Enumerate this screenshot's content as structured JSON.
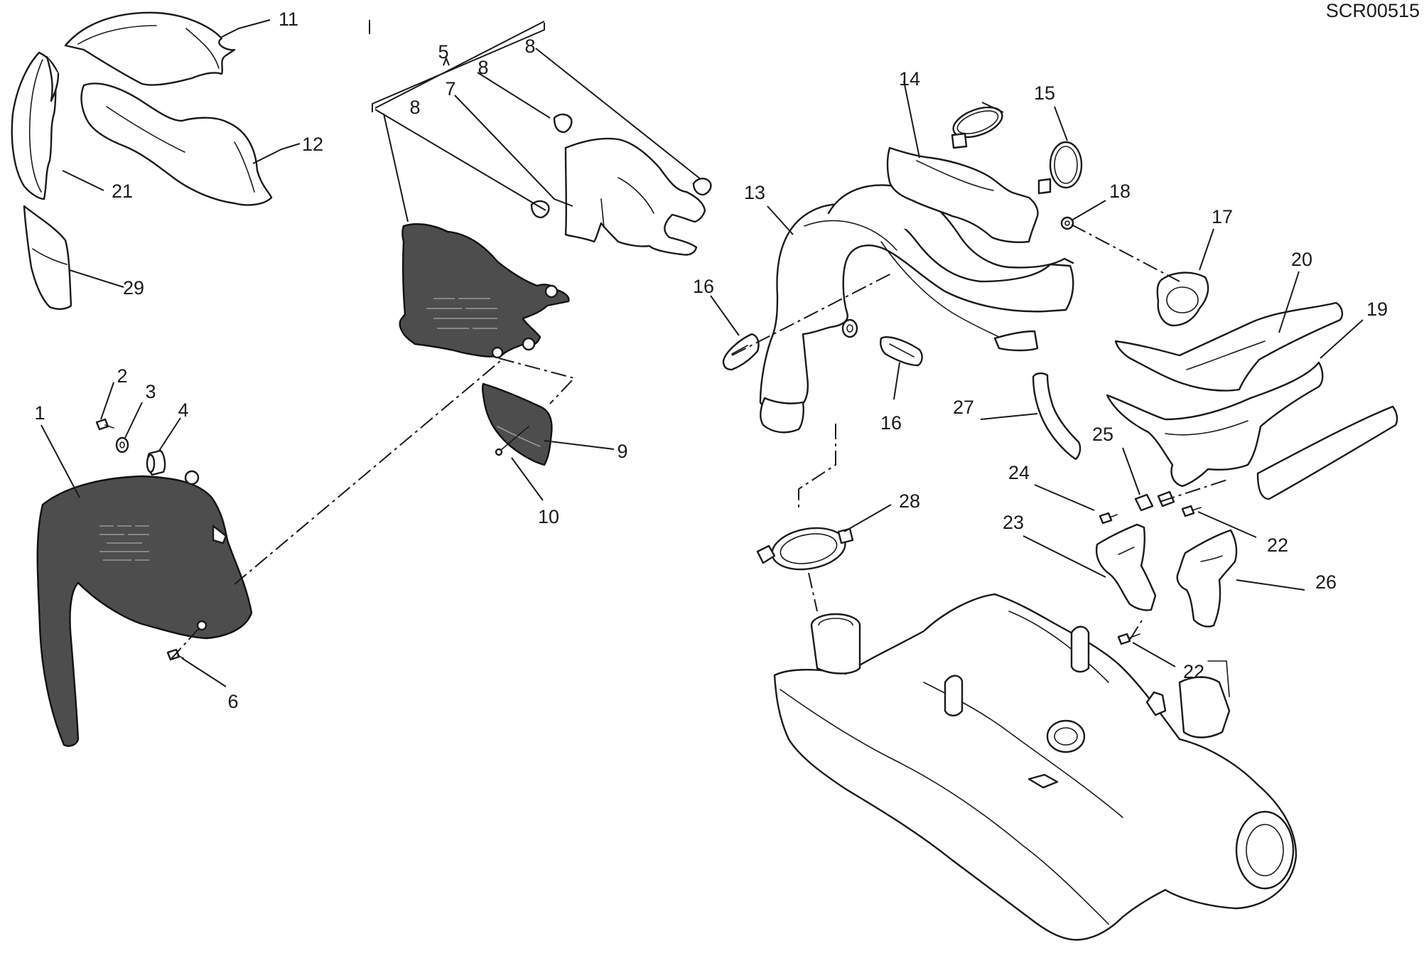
{
  "drawing_code": "SCR00515",
  "callouts": [
    "1",
    "2",
    "3",
    "4",
    "5",
    "6",
    "7",
    "8",
    "8",
    "8",
    "9",
    "10",
    "11",
    "12",
    "13",
    "14",
    "15",
    "16",
    "16",
    "17",
    "18",
    "19",
    "20",
    "21",
    "22",
    "22",
    "23",
    "24",
    "25",
    "26",
    "27",
    "28",
    "29"
  ]
}
